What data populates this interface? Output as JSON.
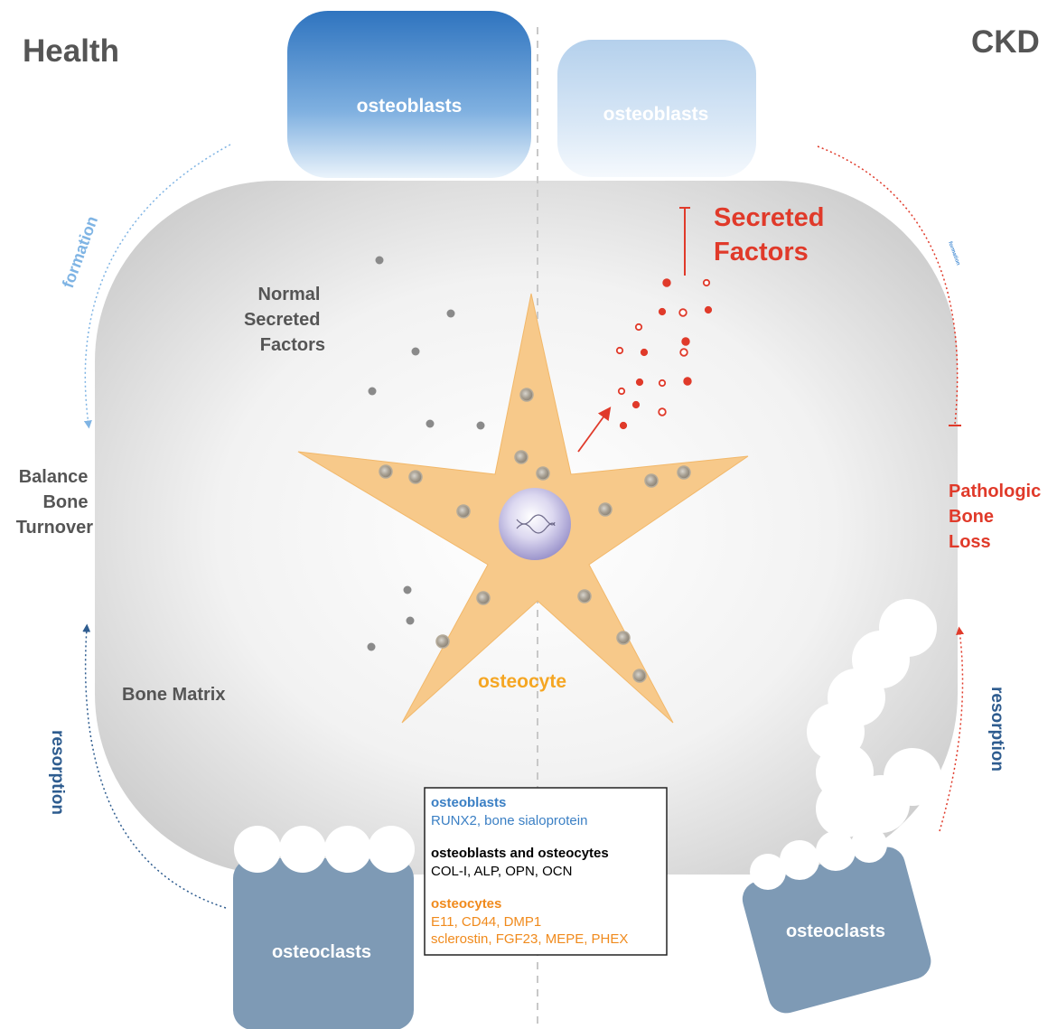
{
  "headers": {
    "left": "Health",
    "right": "CKD"
  },
  "cells": {
    "osteoblasts_left": "osteoblasts",
    "osteoblasts_right": "osteoblasts",
    "osteoclasts_left": "osteoclasts",
    "osteoclasts_right": "osteoclasts",
    "osteocyte": "osteocyte"
  },
  "labels": {
    "bone_matrix": "Bone Matrix",
    "normal_secreted": [
      "Normal",
      "Secreted",
      "Factors"
    ],
    "secreted_factors": [
      "Secreted",
      "Factors"
    ],
    "balance": [
      "Balance",
      "Bone",
      "Turnover"
    ],
    "pathologic": [
      "Pathologic",
      "Bone",
      "Loss"
    ],
    "formation_left": "formation",
    "formation_right": "formation",
    "resorption_left": "resorption",
    "resorption_right": "resorption"
  },
  "legend": {
    "groups": [
      {
        "title": "osteoblasts",
        "lines": [
          "RUNX2, bone sialoprotein"
        ],
        "color": "#3a7fc4"
      },
      {
        "title": "osteoblasts and osteocytes",
        "lines": [
          "COL-I, ALP, OPN, OCN"
        ],
        "color": "#000000"
      },
      {
        "title": "osteocytes",
        "lines": [
          "E11, CD44, DMP1",
          "sclerostin, FGF23, MEPE, PHEX"
        ],
        "color": "#f08a1c"
      }
    ]
  },
  "colors": {
    "health_blue": "#4a8fd4",
    "ckd_red": "#e03a2a",
    "osteocyte_orange": "#f7c98a",
    "osteoclast_slate": "#7e9ab5",
    "gray_text": "#555555"
  }
}
